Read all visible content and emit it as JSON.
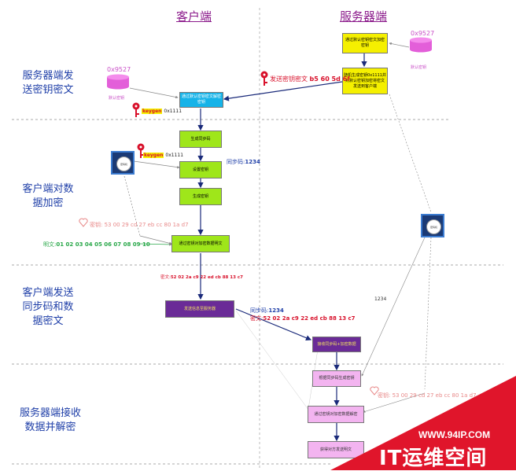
{
  "headers": {
    "client": "客户端",
    "server": "服务器端"
  },
  "stages": [
    {
      "line1": "服务器端发",
      "line2": "送密钥密文"
    },
    {
      "line1": "客户端对数",
      "line2": "据加密"
    },
    {
      "line1": "客户端发送",
      "line2": "同步码和数",
      "line3": "据密文"
    },
    {
      "line1": "服务器端接收",
      "line2": "数据并解密"
    }
  ],
  "server_top": {
    "box_decrypt": "通过默认密钥密文加密密钥",
    "box_random": "随机生成密钥0x1111并对默认密钥加密将密文发送到客户端",
    "cylinder_value": "0x9527",
    "cylinder_label": "默认密钥",
    "sent_cipher_label": "发送密钥密文",
    "sent_cipher_value": "b5 60 5d 6f"
  },
  "client_key": {
    "cylinder_value": "0x9527",
    "cylinder_label": "默认密钥",
    "box_decrypt": "通过默认密钥密文解密密钥",
    "keygen_label": "keygen",
    "keygen_value": "0x1111"
  },
  "client_encrypt": {
    "box_sync": "生成同步码",
    "box_set_key": "设置密钥",
    "box_gen_key": "生成密钥",
    "box_encrypt": "通过密钥对加密数据明文",
    "chip_label": "密码机",
    "keygen_label": "keygen",
    "keygen_value": "0x1111",
    "sync_label": "同步码:",
    "sync_value": "1234",
    "key_label": "密钥: 53 00 29 cd 27 eb cc 80 1a d7",
    "plain_label": "明文:",
    "plain_value": "01 02 03 04 05 06 07 08 09 10",
    "cipher_label": "密文:",
    "cipher_value": "52 02 2a c9 22 ed cb 88 13 c7"
  },
  "client_send": {
    "box_send": "发送信息至服务器",
    "sync_label": "同步码:",
    "sync_value": "1234",
    "cipher_label": "密文:",
    "cipher_value": "52 02 2a c9 22 ed cb 88 13 c7",
    "server_box_recv": "接收同步码+加密数据",
    "side_value": "1234"
  },
  "server_decrypt": {
    "box_gen": "根据同步码生成密钥",
    "box_decrypt": "通过密钥对加密数据解密",
    "box_result": "获得对方发送明文",
    "chip_label": "密码机",
    "key_label": "密钥:",
    "key_value": "53 00 29 cd 27 eb cc 80 1a d7"
  },
  "watermark": {
    "url": "WWW.94IP.COM",
    "name": "IT运维空间"
  },
  "colors": {
    "header": "#8b1a8b",
    "stage": "#1f3fa8",
    "keyred": "#d8102a",
    "green_text": "#2aa84a",
    "pink_text": "#e88a8a"
  }
}
